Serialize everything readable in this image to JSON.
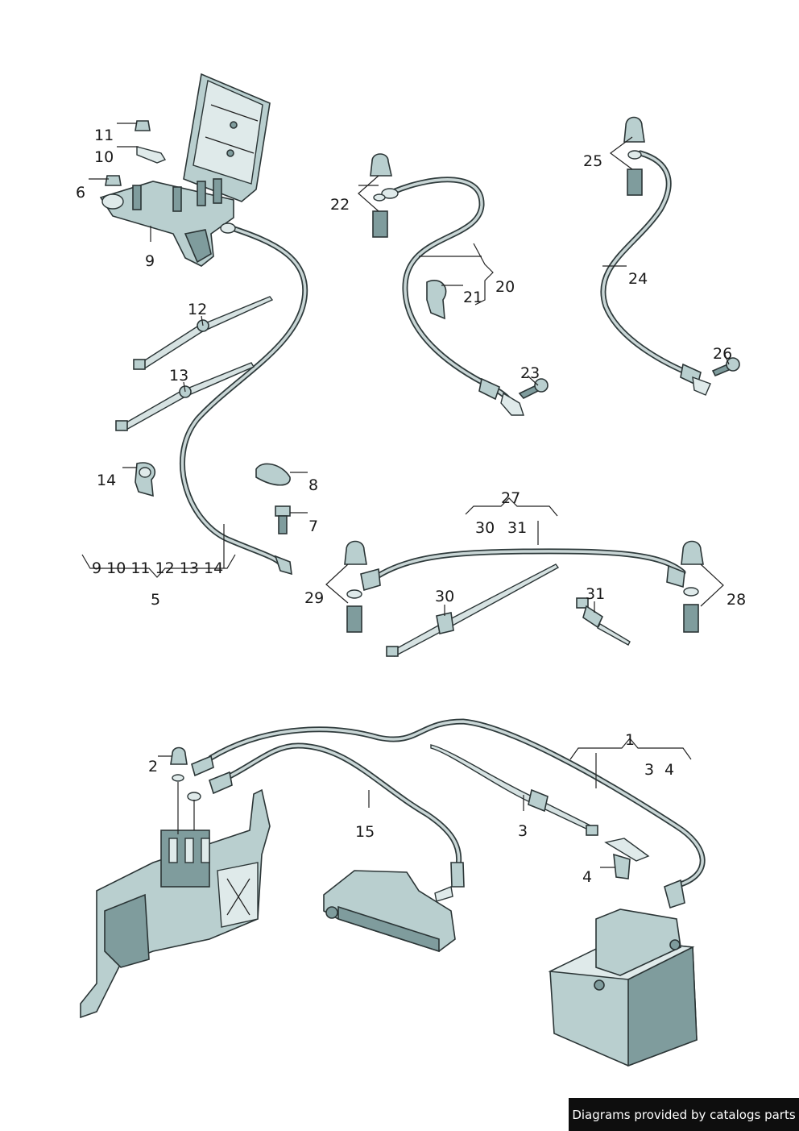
{
  "labels": {
    "l1": "1",
    "l2": "2",
    "l3a": "3",
    "l3b": "3",
    "l4a": "4",
    "l4b": "4",
    "l5": "5",
    "l6": "6",
    "l7": "7",
    "l8": "8",
    "l9": "9",
    "l10": "10",
    "l11": "11",
    "l12": "12",
    "l13": "13",
    "l14": "14",
    "l15": "15",
    "l20": "20",
    "l21": "21",
    "l22": "22",
    "l23": "23",
    "l24": "24",
    "l25": "25",
    "l26": "26",
    "l27": "27",
    "l28": "28",
    "l29": "29",
    "l30a": "30",
    "l30b": "30",
    "l31a": "31",
    "l31b": "31",
    "g5": "9 10 11 12 13 14"
  },
  "footer": {
    "text": "Diagrams provided by catalogs parts"
  },
  "colors": {
    "part": "#b9cfcf",
    "part_dark": "#7f9c9d",
    "outline": "#2b3536",
    "footer_bg": "#0e0e0e"
  }
}
